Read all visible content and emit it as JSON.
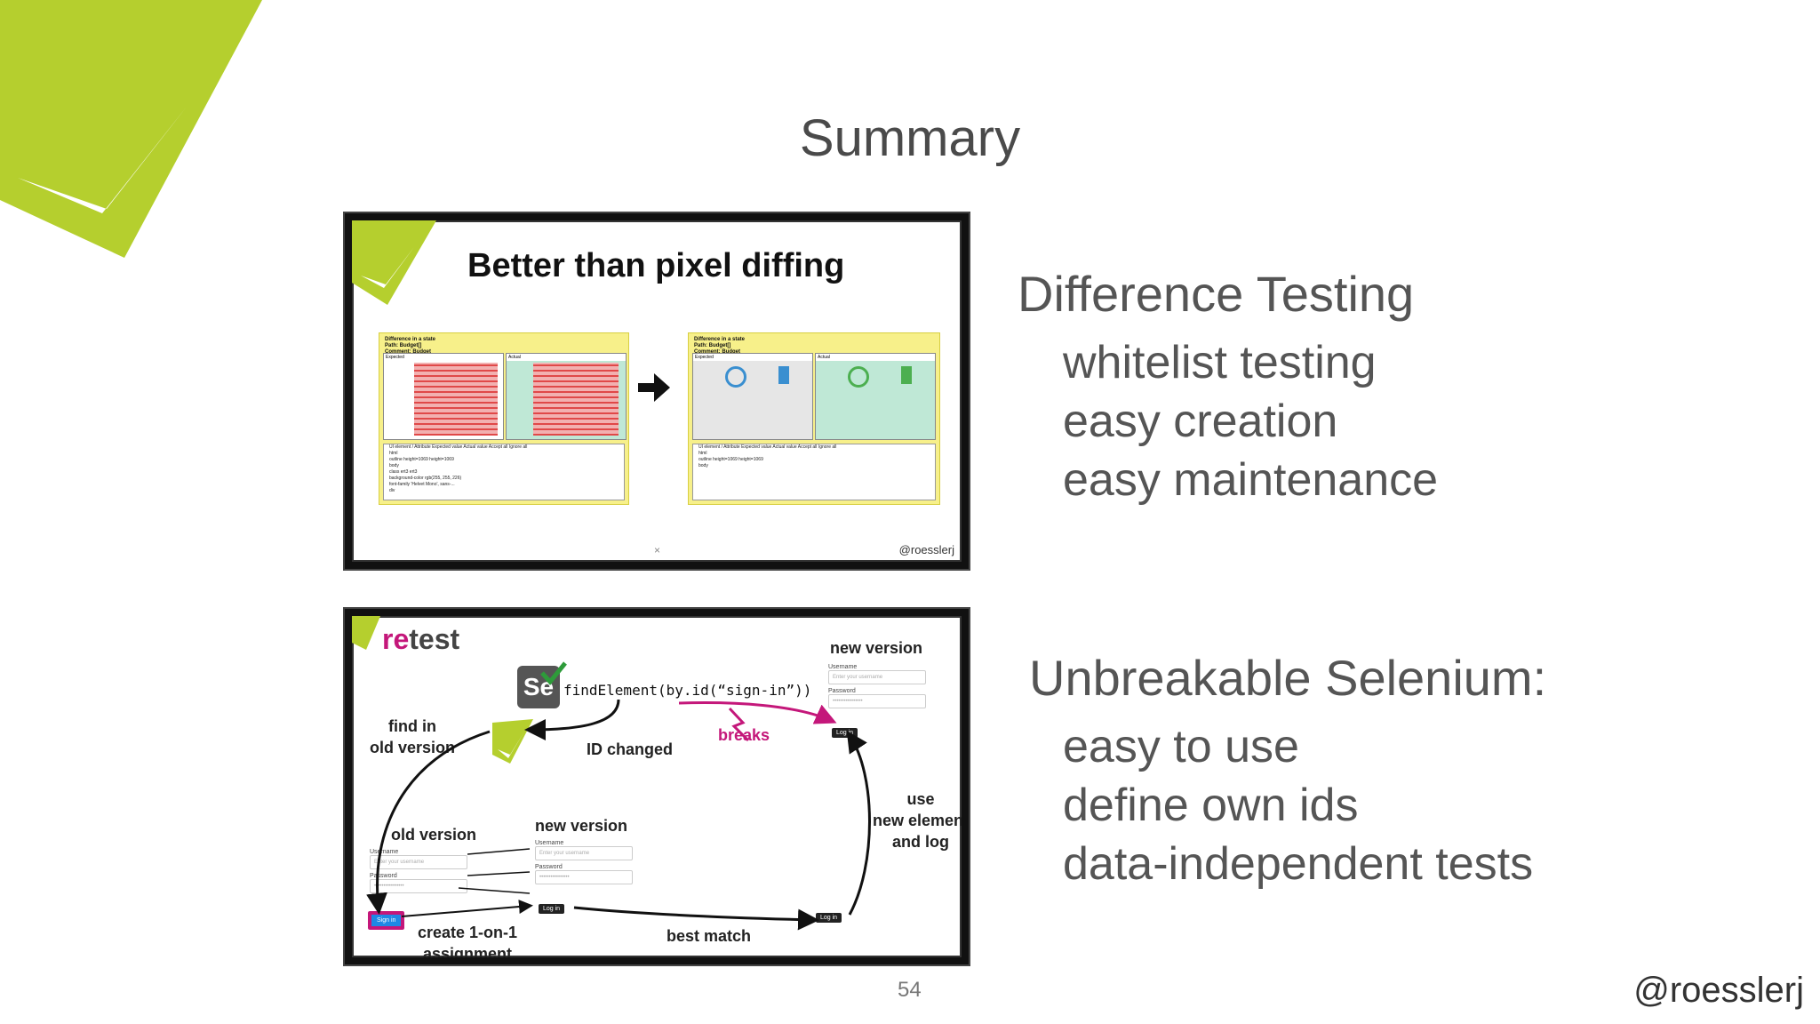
{
  "slide": {
    "title": "Summary",
    "page_number": "54",
    "handle": "@roesslerj"
  },
  "thumb1": {
    "title": "Better than pixel diffing",
    "credit": "@roesslerj",
    "close_mark": "×",
    "screenshot_header_lines": [
      "Difference in a state",
      "Path: Budget[]",
      "Comment: Budget"
    ],
    "pane_labels": [
      "Expected",
      "Actual"
    ],
    "table_rows": [
      "UI element / Attribute   Expected value   Actual value   Accept all   Ignore all",
      "html",
      "outline    height=1069    height=1069",
      "body",
      "class    ert3    ert3",
      "background-color    rgb(255, 255, 226)",
      "font-family    'Helvet Mono', sans-...",
      "div"
    ]
  },
  "difference_testing": {
    "heading": "Difference Testing",
    "items": [
      "whitelist testing",
      "easy creation",
      "easy maintenance"
    ]
  },
  "thumb2": {
    "brand_re": "re",
    "brand_test": "test",
    "code": "findElement(by.id(“sign-in”))",
    "new_version_top": "new version",
    "breaks": "breaks",
    "id_changed": "ID changed",
    "find_in": "find in",
    "old_version_1": "old version",
    "old_version": "old version",
    "new_version": "new version",
    "use": "use",
    "new_element": "new element",
    "and_log": "and log",
    "create": "create 1-on-1",
    "assignment": "assignment",
    "best_match": "best match",
    "username": "Username",
    "password": "Password",
    "username_placeholder": "Enter your username",
    "password_dots": "••••••••••••••••",
    "login": "Log in",
    "sign_in": "Sign in",
    "selenium_badge": "Se"
  },
  "unbreakable": {
    "heading": "Unbreakable Selenium:",
    "items": [
      "easy to use",
      "define own ids",
      "data-independent tests"
    ]
  },
  "colors": {
    "brand_green": "#b5cf2e",
    "brand_magenta": "#c4177a",
    "text_gray": "#555555"
  }
}
